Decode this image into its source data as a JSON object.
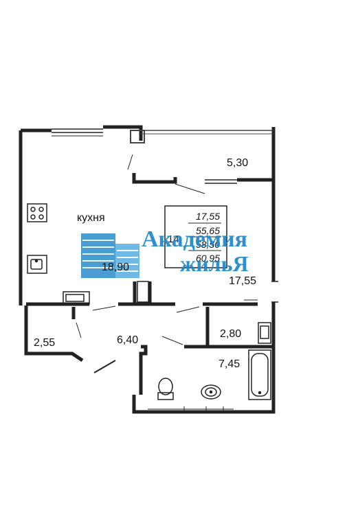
{
  "rooms": {
    "kitchen": {
      "name": "кухня",
      "area": "18,90"
    },
    "balcony": {
      "area": "5,30"
    },
    "living": {
      "area": "17,55"
    },
    "storage": {
      "area": "2,55"
    },
    "hall": {
      "area": "6,40"
    },
    "closet": {
      "area": "2,80"
    },
    "bathroom": {
      "area": "7,45"
    }
  },
  "info_box": {
    "floor_mark": "14",
    "values": [
      "17,55",
      "55,65",
      "58,50",
      "60,95"
    ]
  },
  "watermark": {
    "line1": "Академия",
    "line2": "жильЯ",
    "color": "#1d88c9"
  },
  "colors": {
    "wall": "#222222",
    "text": "#111111"
  }
}
